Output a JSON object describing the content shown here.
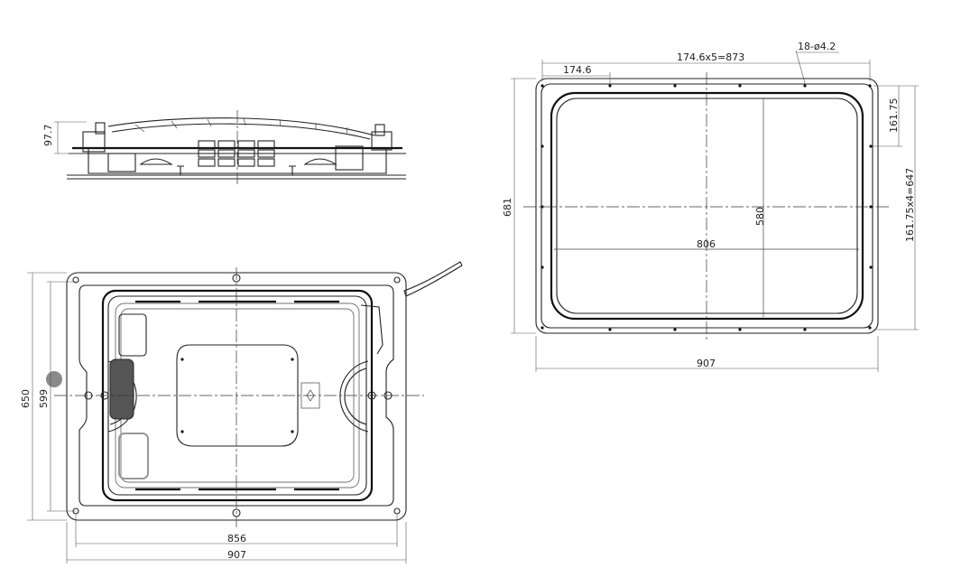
{
  "side_view": {
    "height_label": "97.7"
  },
  "bottom_view": {
    "outer_height_label": "650",
    "inner_height_label": "599",
    "inner_width_label": "856",
    "outer_width_label": "907"
  },
  "top_view": {
    "hole_spec_label": "18-ø4.2",
    "pitch_total_label": "174.6x5=873",
    "pitch_label": "174.6",
    "side_pitch_label": "161.75",
    "side_pitch_total_label": "161.75x4=647",
    "outer_height_label": "681",
    "opening_height_label": "580",
    "opening_width_label": "806",
    "outer_width_label": "907"
  }
}
